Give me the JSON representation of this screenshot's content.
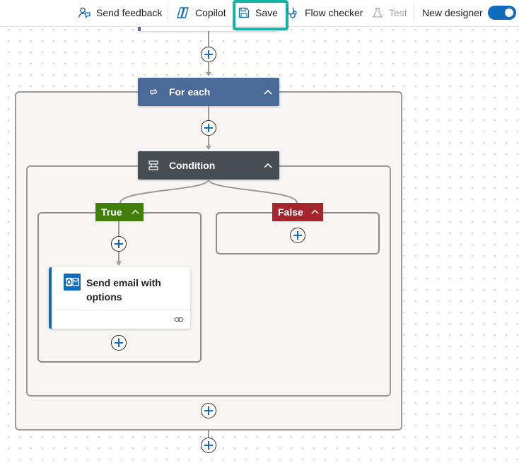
{
  "toolbar": {
    "send_feedback": "Send feedback",
    "copilot": "Copilot",
    "save": "Save",
    "flow_checker": "Flow checker",
    "test": "Test",
    "new_designer": "New designer",
    "new_designer_enabled": true
  },
  "flow": {
    "for_each": {
      "label": "For each",
      "color": "#4a6a98"
    },
    "condition": {
      "label": "Condition",
      "color": "#464d55"
    },
    "true_branch": {
      "label": "True",
      "color": "#3f7f0a"
    },
    "false_branch": {
      "label": "False",
      "color": "#a4262c"
    },
    "action": {
      "label": "Send email with options",
      "icon": "outlook-icon"
    }
  },
  "colors": {
    "accent": "#0f6cbd",
    "save_highlight": "#15b4a4"
  }
}
